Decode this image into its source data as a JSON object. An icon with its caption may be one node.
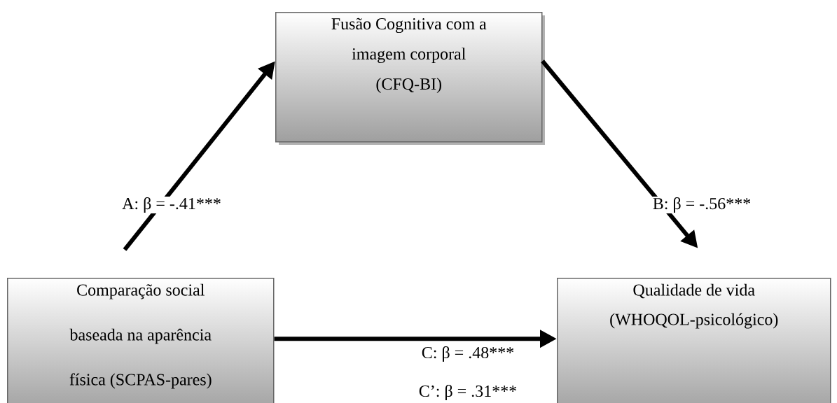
{
  "diagram": {
    "nodes": [
      {
        "text": [
          "Fusão Cognitiva com a imagem corporal",
          "(CFQ-BI)"
        ]
      },
      {
        "text": [
          "Comparação social baseada na aparência física (SCPAS-pares)"
        ]
      },
      {
        "text": [
          "Qualidade de vida",
          "(WHOQOL-psicológico)"
        ]
      }
    ],
    "edges": [
      {
        "from": 1,
        "to": 0,
        "arrow": "to",
        "label": "A: β = -.41***"
      },
      {
        "from": 0,
        "to": 2,
        "arrow": "to",
        "label": "B: β = -.56***"
      },
      {
        "from": 1,
        "to": 2,
        "arrow": "to",
        "label": "C: β = .48***"
      }
    ],
    "labels": [
      "C’: β = .31***"
    ]
  }
}
